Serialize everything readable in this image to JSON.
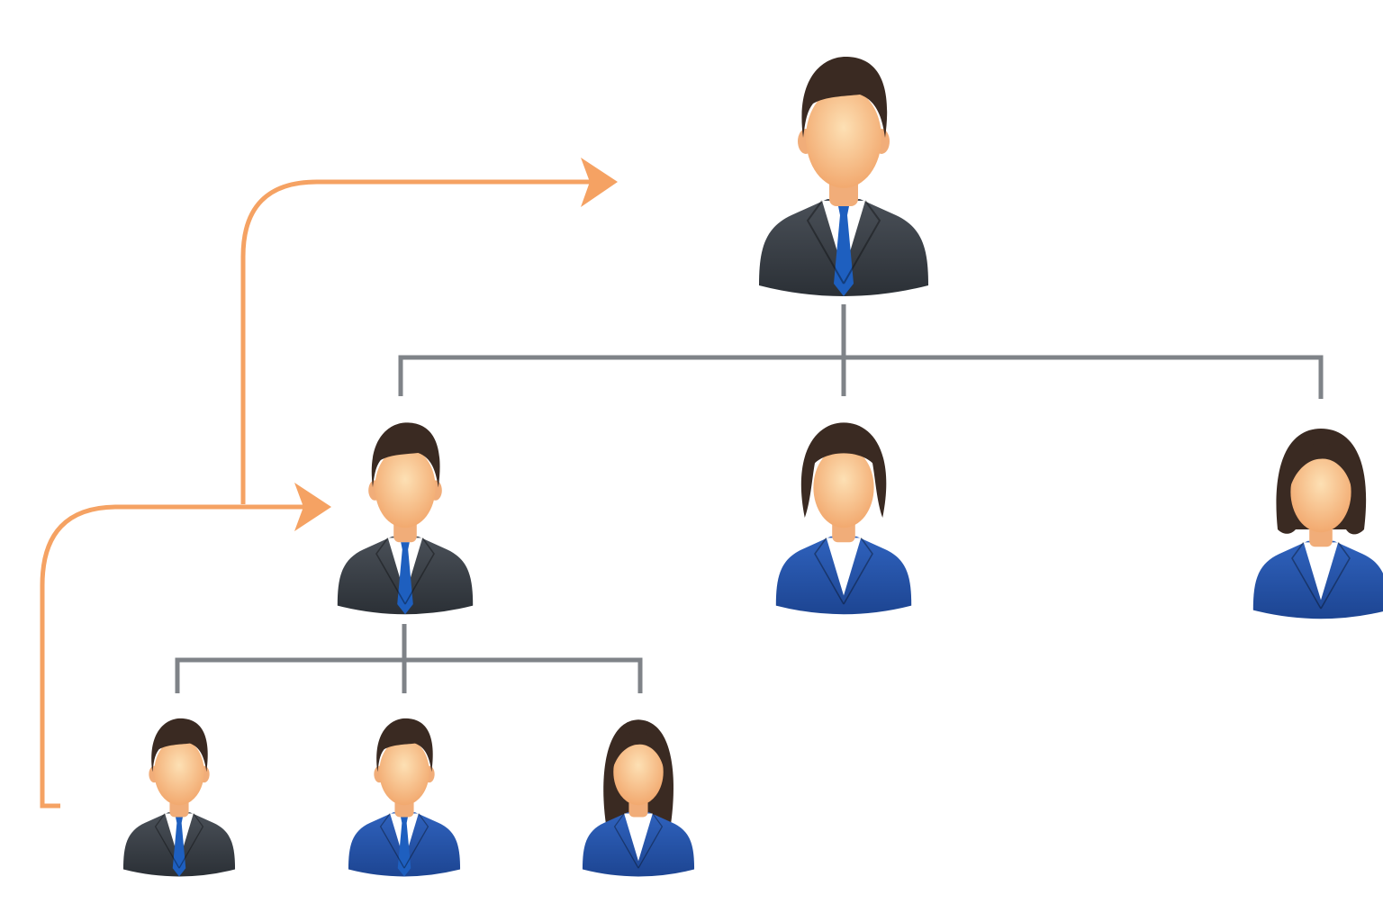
{
  "diagram": {
    "type": "org-chart",
    "colors": {
      "connector": "#7f8388",
      "arrow": "#f5a263",
      "dark_suit": "#3c4249",
      "blue_suit": "#2554a8",
      "tie": "#1e5fbf",
      "hair": "#3a2a22",
      "skin": "#f7c08c",
      "shirt": "#ffffff"
    },
    "nodes": [
      {
        "id": "top-manager",
        "figure": "man-dark-suit",
        "level": 1
      },
      {
        "id": "manager",
        "figure": "man-dark-suit",
        "level": 2,
        "parent": "top-manager"
      },
      {
        "id": "peer-1",
        "figure": "woman-short-hair-blue-suit",
        "level": 2,
        "parent": "top-manager"
      },
      {
        "id": "peer-2",
        "figure": "woman-bob-hair-blue-suit",
        "level": 2,
        "parent": "top-manager"
      },
      {
        "id": "staff-1",
        "figure": "man-dark-suit",
        "level": 3,
        "parent": "manager"
      },
      {
        "id": "staff-2",
        "figure": "man-blue-suit",
        "level": 3,
        "parent": "manager"
      },
      {
        "id": "staff-3",
        "figure": "woman-long-hair-blue-suit",
        "level": 3,
        "parent": "manager"
      }
    ],
    "arrows": [
      {
        "id": "promotion-to-manager",
        "from": "staff-level",
        "to": "manager"
      },
      {
        "id": "promotion-to-top",
        "from": "manager-level",
        "to": "top-manager"
      }
    ]
  }
}
